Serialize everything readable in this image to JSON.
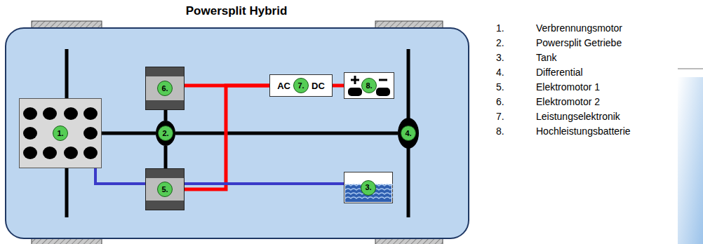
{
  "diagram": {
    "title": "Powersplit Hybrid",
    "nodes": [
      {
        "text": [
          "1."
        ]
      },
      {
        "text": [
          "2."
        ]
      },
      {
        "text": [
          "3."
        ]
      },
      {
        "text": [
          "4."
        ]
      },
      {
        "text": [
          "5."
        ]
      },
      {
        "text": [
          "6."
        ]
      },
      {
        "text": [
          "AC",
          "7.",
          "DC"
        ]
      },
      {
        "text": [
          "8."
        ]
      }
    ],
    "edges": [
      {
        "from": 0,
        "to": 1,
        "arrow": "none"
      },
      {
        "from": 1,
        "to": 3,
        "arrow": "none"
      },
      {
        "from": 5,
        "to": 1,
        "arrow": "none"
      },
      {
        "from": 1,
        "to": 4,
        "arrow": "none"
      },
      {
        "from": 5,
        "to": 6,
        "arrow": "none"
      },
      {
        "from": 6,
        "to": 7,
        "arrow": "none"
      },
      {
        "from": 4,
        "to": 6,
        "arrow": "none"
      },
      {
        "from": 2,
        "to": 0,
        "arrow": "none"
      }
    ],
    "labels": [
      "1.",
      "Verbrennungsmotor",
      "2.",
      "Powersplit Getriebe",
      "3.",
      "Tank",
      "4.",
      "Differential",
      "5.",
      "Elektromotor 1",
      "6.",
      "Elektromotor 2",
      "7.",
      "Leistungselektronik",
      "8.",
      "Hochleistungsbatterie"
    ]
  }
}
